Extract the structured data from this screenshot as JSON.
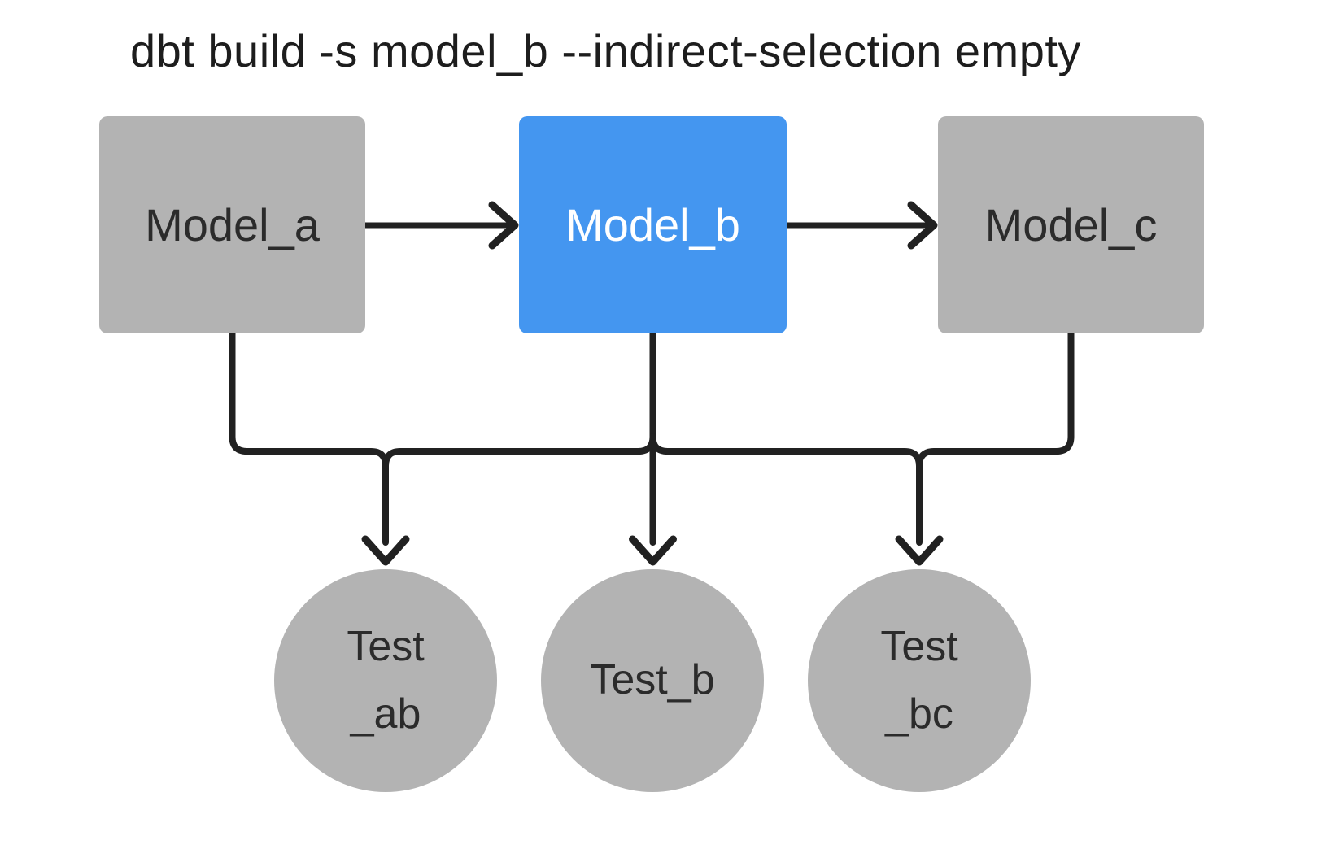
{
  "title": "dbt build -s model_b --indirect-selection empty",
  "colors": {
    "background": "#ffffff",
    "node_gray": "#b3b3b3",
    "selected_blue": "#4496f0",
    "edge_dark": "#212121",
    "label_dark": "#2b2b2b",
    "label_light": "#ffffff",
    "title_dark": "#1d1d1d"
  },
  "nodes": {
    "model_a": {
      "label": "Model_a",
      "type": "model",
      "selected": false
    },
    "model_b": {
      "label": "Model_b",
      "type": "model",
      "selected": true
    },
    "model_c": {
      "label": "Model_c",
      "type": "model",
      "selected": false
    },
    "test_ab": {
      "lines": [
        "Test",
        "_ab"
      ],
      "type": "test"
    },
    "test_b": {
      "lines": [
        "Test_b"
      ],
      "type": "test"
    },
    "test_bc": {
      "lines": [
        "Test",
        "_bc"
      ],
      "type": "test"
    }
  },
  "edges": [
    {
      "from": "model_a",
      "to": "model_b"
    },
    {
      "from": "model_b",
      "to": "model_c"
    },
    {
      "from": "model_a",
      "to": "test_ab"
    },
    {
      "from": "model_b",
      "to": "test_ab"
    },
    {
      "from": "model_b",
      "to": "test_b"
    },
    {
      "from": "model_b",
      "to": "test_bc"
    },
    {
      "from": "model_c",
      "to": "test_bc"
    }
  ]
}
